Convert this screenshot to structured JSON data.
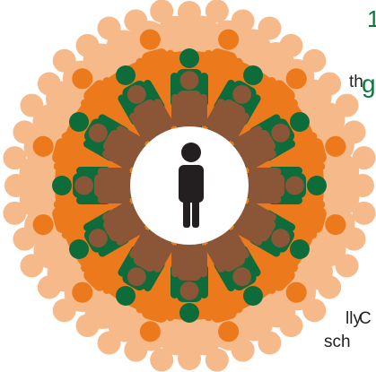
{
  "text_fragments": {
    "top_right_digit": "1",
    "right_heading_fragment": "g",
    "left_upper_fragment": "th",
    "left_lower_fragment": "lly",
    "right_lower_fragment": "C",
    "bottom_right_fragment": "sch"
  },
  "illustration": {
    "center_figure_color": "#231f20",
    "ring_colors": {
      "outer_peach": "#f6b98a",
      "orange": "#ec7a1c",
      "green": "#0e6b3a",
      "brown": "#8a5637"
    },
    "figures_per_ring": 12
  }
}
